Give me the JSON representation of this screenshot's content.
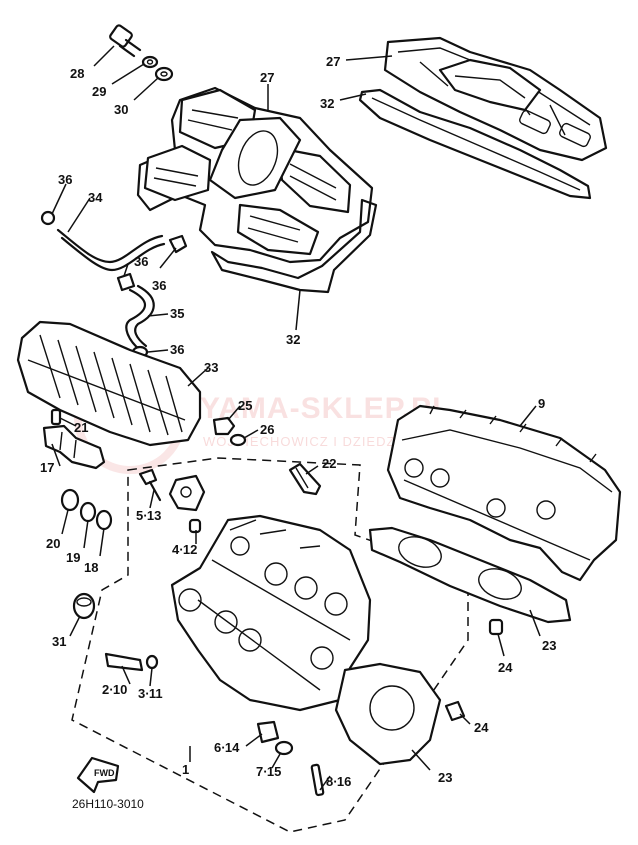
{
  "diagram": {
    "part_code": "26H110-3010",
    "forward_arrow_label": "FWD",
    "watermark": {
      "title": "YAMA-SKLEP.PL",
      "subtitle": "WOJCIECHOWICZ I DZIEDZIC SPÓŁKA"
    },
    "callouts": {
      "c28": "28",
      "c29": "29",
      "c30": "30",
      "c27a": "27",
      "c27b": "27",
      "c32a": "32",
      "c32b": "32",
      "c36a": "36",
      "c34": "34",
      "c36b": "36",
      "c36c": "36",
      "c35": "35",
      "c36d": "36",
      "c33": "33",
      "c25": "25",
      "c26": "26",
      "c21": "21",
      "c17": "17",
      "c22": "22",
      "c9": "9",
      "c5": "5∙13",
      "c4": "4∙12",
      "c20": "20",
      "c19": "19",
      "c18": "18",
      "c31": "31",
      "c23a": "23",
      "c24a": "24",
      "c2": "2∙10",
      "c3": "3∙11",
      "c24b": "24",
      "c6": "6∙14",
      "c1": "1",
      "c7": "7∙15",
      "c8": "8∙16",
      "c23b": "23"
    }
  }
}
